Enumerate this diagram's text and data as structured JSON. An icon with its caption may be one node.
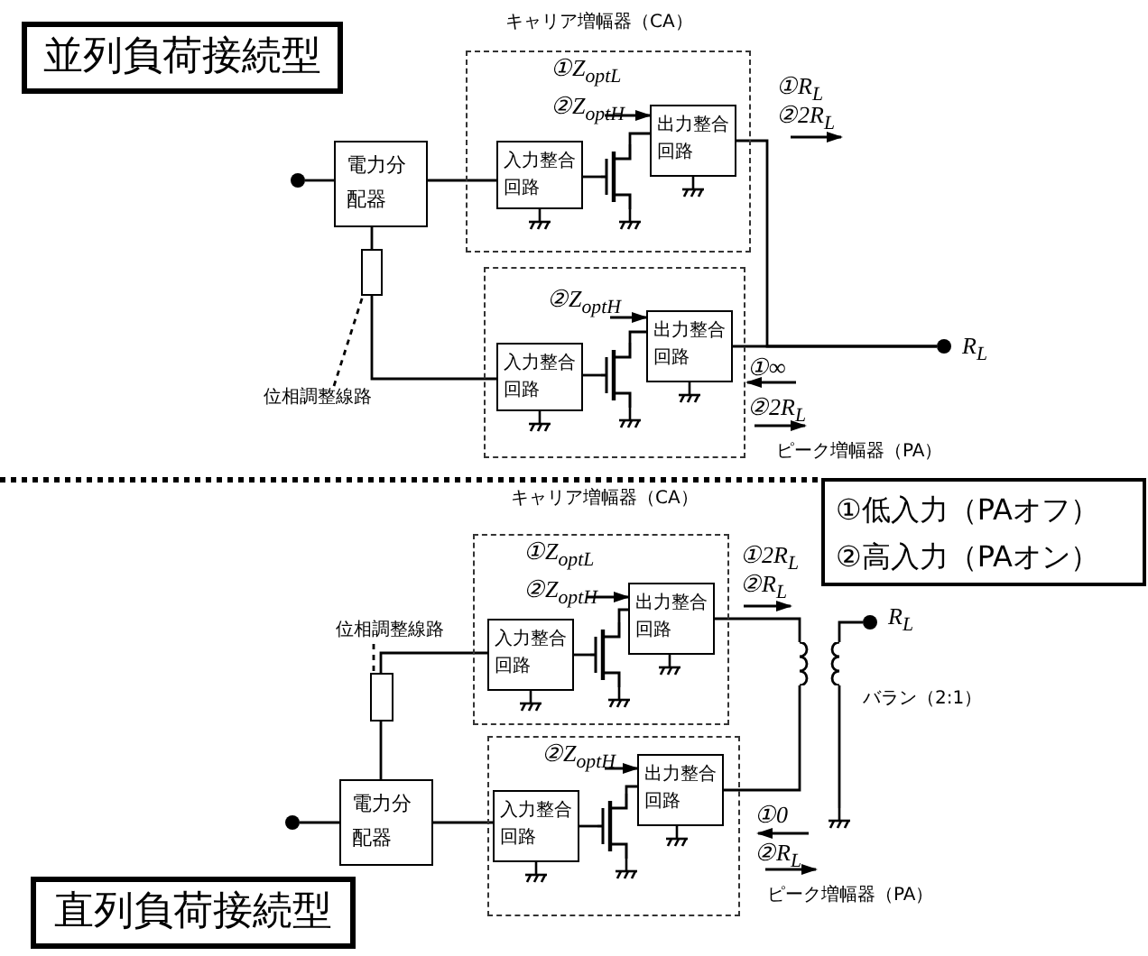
{
  "diagram": {
    "nodes": [
      {
        "text": [
          "並列負荷接続型"
        ]
      },
      {
        "text": [
          "キャリア増幅器（CA）"
        ]
      },
      {
        "text": [
          "電力分配器"
        ]
      },
      {
        "text": [
          "入力整合回路"
        ],
        "in": 1
      },
      {
        "text": [],
        "shape": "transistor",
        "in": 1
      },
      {
        "text": [
          "出力整合回路"
        ],
        "in": 1
      },
      {
        "text": [],
        "shape": "box"
      },
      {
        "text": [
          "ピーク増幅器（PA）"
        ]
      },
      {
        "text": [
          "入力整合回路"
        ],
        "in": 7
      },
      {
        "text": [],
        "shape": "transistor",
        "in": 7
      },
      {
        "text": [
          "出力整合回路"
        ],
        "in": 7
      },
      {
        "text": [
          "位相調整線路"
        ]
      },
      {
        "text": [],
        "shape": "circle"
      },
      {
        "text": [],
        "shape": "circle",
        "beside": [
          "R$_{L}$"
        ]
      },
      {
        "text": [
          "①低入力（PAオフ）",
          "②高入力（PAオン）"
        ]
      },
      {
        "text": [
          "キャリア増幅器（CA）"
        ]
      },
      {
        "text": [
          "入力整合回路"
        ],
        "in": 15
      },
      {
        "text": [],
        "shape": "transistor",
        "in": 15
      },
      {
        "text": [
          "出力整合回路"
        ],
        "in": 15
      },
      {
        "text": [
          "位相調整線路"
        ]
      },
      {
        "text": [],
        "shape": "box"
      },
      {
        "text": [],
        "shape": "circle",
        "beside": [
          "R$_{L}$"
        ]
      },
      {
        "text": [],
        "shape": "transformer",
        "beside": [
          "バラン（2:1）"
        ]
      },
      {
        "text": [],
        "shape": "circle"
      },
      {
        "text": [
          "電力分配器"
        ]
      },
      {
        "text": [
          "ピーク増幅器（PA）"
        ]
      },
      {
        "text": [
          "入力整合回路"
        ],
        "in": 25
      },
      {
        "text": [],
        "shape": "transistor",
        "in": 25
      },
      {
        "text": [
          "出力整合回路"
        ],
        "in": 25
      },
      {
        "text": [
          "直列負荷接続型"
        ]
      }
    ],
    "edges": [
      {
        "from": 12,
        "to": 2,
        "arrow": "none"
      },
      {
        "from": 2,
        "to": 3,
        "arrow": "none"
      },
      {
        "from": 3,
        "to": 4,
        "arrow": "none"
      },
      {
        "from": 4,
        "to": 5,
        "arrow": "none"
      },
      {
        "from": null,
        "to": 5,
        "arrow": "to",
        "label": "①Z$_{optL}$ ②Z$_{optH}$"
      },
      {
        "from": 5,
        "to": 13,
        "arrow": "none"
      },
      {
        "from": 2,
        "to": 6,
        "arrow": "none"
      },
      {
        "from": 6,
        "to": 8,
        "arrow": "none"
      },
      {
        "from": 11,
        "to": 6,
        "arrow": "none",
        "style": "dashed"
      },
      {
        "from": 8,
        "to": 9,
        "arrow": "none"
      },
      {
        "from": 9,
        "to": 10,
        "arrow": "none"
      },
      {
        "from": null,
        "to": 10,
        "arrow": "to",
        "label": "②Z$_{optH}$"
      },
      {
        "from": 10,
        "to": 13,
        "arrow": "none"
      },
      {
        "from": 19,
        "to": 20,
        "arrow": "none",
        "style": "dashed"
      },
      {
        "from": 20,
        "to": 16,
        "arrow": "none"
      },
      {
        "from": 16,
        "to": 17,
        "arrow": "none"
      },
      {
        "from": 17,
        "to": 18,
        "arrow": "none"
      },
      {
        "from": null,
        "to": 18,
        "arrow": "to",
        "label": "①Z$_{optL}$ ②Z$_{optH}$"
      },
      {
        "from": 18,
        "to": 22,
        "arrow": "none"
      },
      {
        "from": 22,
        "to": 21,
        "arrow": "none"
      },
      {
        "from": 23,
        "to": 24,
        "arrow": "none"
      },
      {
        "from": 24,
        "to": 20,
        "arrow": "none"
      },
      {
        "from": 24,
        "to": 26,
        "arrow": "none"
      },
      {
        "from": 26,
        "to": 27,
        "arrow": "none"
      },
      {
        "from": 27,
        "to": 28,
        "arrow": "none"
      },
      {
        "from": null,
        "to": 28,
        "arrow": "to",
        "label": "②Z$_{optH}$"
      },
      {
        "from": 28,
        "to": 22,
        "arrow": "none"
      }
    ],
    "labels": [
      "①R$_{L}$",
      "②2R$_{L}$",
      "①∞",
      "②2R$_{L}$",
      "①2R$_{L}$",
      "②R$_{L}$",
      "①0",
      "②R$_{L}$"
    ]
  }
}
